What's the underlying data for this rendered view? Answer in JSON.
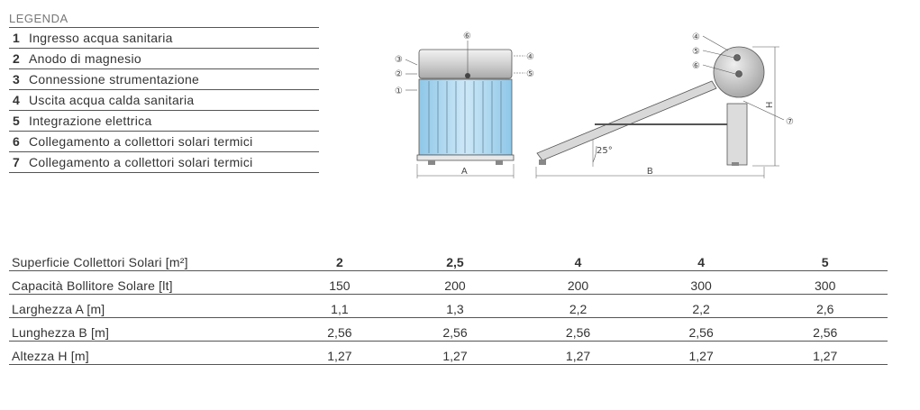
{
  "legend": {
    "title": "LEGENDA",
    "items": [
      {
        "num": "1",
        "text": "Ingresso acqua sanitaria"
      },
      {
        "num": "2",
        "text": "Anodo di magnesio"
      },
      {
        "num": "3",
        "text": "Connessione strumentazione"
      },
      {
        "num": "4",
        "text": "Uscita acqua calda sanitaria"
      },
      {
        "num": "5",
        "text": "Integrazione elettrica"
      },
      {
        "num": "6",
        "text": "Collegamento a collettori solari termici"
      },
      {
        "num": "7",
        "text": "Collegamento a collettori solari termici"
      }
    ]
  },
  "diagram": {
    "front_callouts": [
      "①",
      "②",
      "③",
      "④",
      "⑤",
      "⑥"
    ],
    "side_callouts": [
      "④",
      "⑤",
      "⑥",
      "⑦"
    ],
    "dim_a": "A",
    "dim_b": "B",
    "dim_h": "H",
    "angle": "25°"
  },
  "table": {
    "rows": [
      {
        "label": "Superficie Collettori Solari [m²]",
        "values": [
          "2",
          "2,5",
          "4",
          "4",
          "5"
        ]
      },
      {
        "label": "Capacità Bollitore Solare [lt]",
        "values": [
          "150",
          "200",
          "200",
          "300",
          "300"
        ]
      },
      {
        "label": "Larghezza A [m]",
        "values": [
          "1,1",
          "1,3",
          "2,2",
          "2,2",
          "2,6"
        ]
      },
      {
        "label": "Lunghezza B [m]",
        "values": [
          "2,56",
          "2,56",
          "2,56",
          "2,56",
          "2,56"
        ]
      },
      {
        "label": "Altezza H [m]",
        "values": [
          "1,27",
          "1,27",
          "1,27",
          "1,27",
          "1,27"
        ]
      }
    ]
  },
  "colors": {
    "panel_blue": "#a9d6ef",
    "tank_grey": "#c9c9c9",
    "rule": "#555555"
  }
}
